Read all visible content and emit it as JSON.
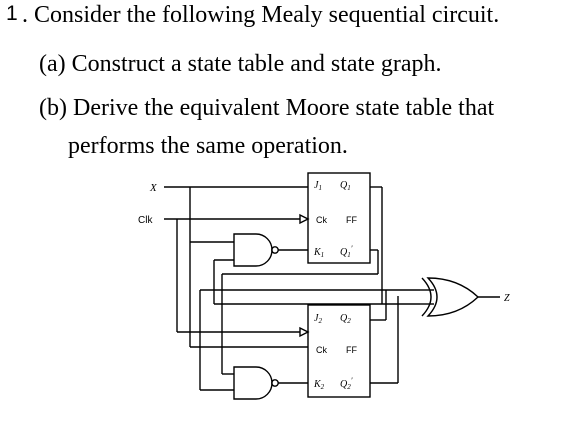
{
  "problem": {
    "number": "1",
    "statement": ". Consider the following Mealy sequential circuit.",
    "part_a": "(a) Construct a state table and state graph.",
    "part_b_line1": "(b) Derive the equivalent Moore state table that",
    "part_b_line2": "performs the same operation."
  },
  "circuit": {
    "input_x": "X",
    "input_clk": "Clk",
    "output_z": "Z",
    "ff1": {
      "j": "J",
      "j_sub": "1",
      "q": "Q",
      "q_sub": "1",
      "ck": "Ck",
      "ff": "FF",
      "k": "K",
      "k_sub": "1",
      "qbar": "Q",
      "qbar_sub": "1",
      "prime": "′"
    },
    "ff2": {
      "j": "J",
      "j_sub": "2",
      "q": "Q",
      "q_sub": "2",
      "ck": "Ck",
      "ff": "FF",
      "k": "K",
      "k_sub": "2",
      "qbar": "Q",
      "qbar_sub": "2",
      "prime": "′"
    }
  }
}
